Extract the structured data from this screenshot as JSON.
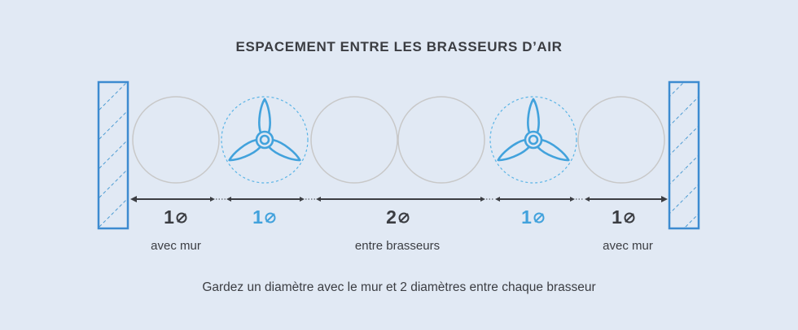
{
  "title": "ESPACEMENT ENTRE LES BRASSEURS D’AIR",
  "measures": [
    {
      "value": "1",
      "color": "dark"
    },
    {
      "value": "1",
      "color": "blue"
    },
    {
      "value": "2",
      "color": "dark"
    },
    {
      "value": "1",
      "color": "blue"
    },
    {
      "value": "1",
      "color": "dark"
    }
  ],
  "captions": {
    "left_wall": "avec mur",
    "between": "entre brasseurs",
    "right_wall": "avec mur"
  },
  "footer": "Gardez un diamètre avec le mur et 2 diamètres entre chaque brasseur",
  "colors": {
    "background": "#e1e9f4",
    "text": "#3b3d42",
    "accent": "#42a2dc",
    "circle": "#c8c8c8"
  },
  "icons": {
    "wall": "hatched-wall-icon",
    "fan": "ceiling-fan-icon",
    "diameter": "diameter-symbol-icon"
  }
}
